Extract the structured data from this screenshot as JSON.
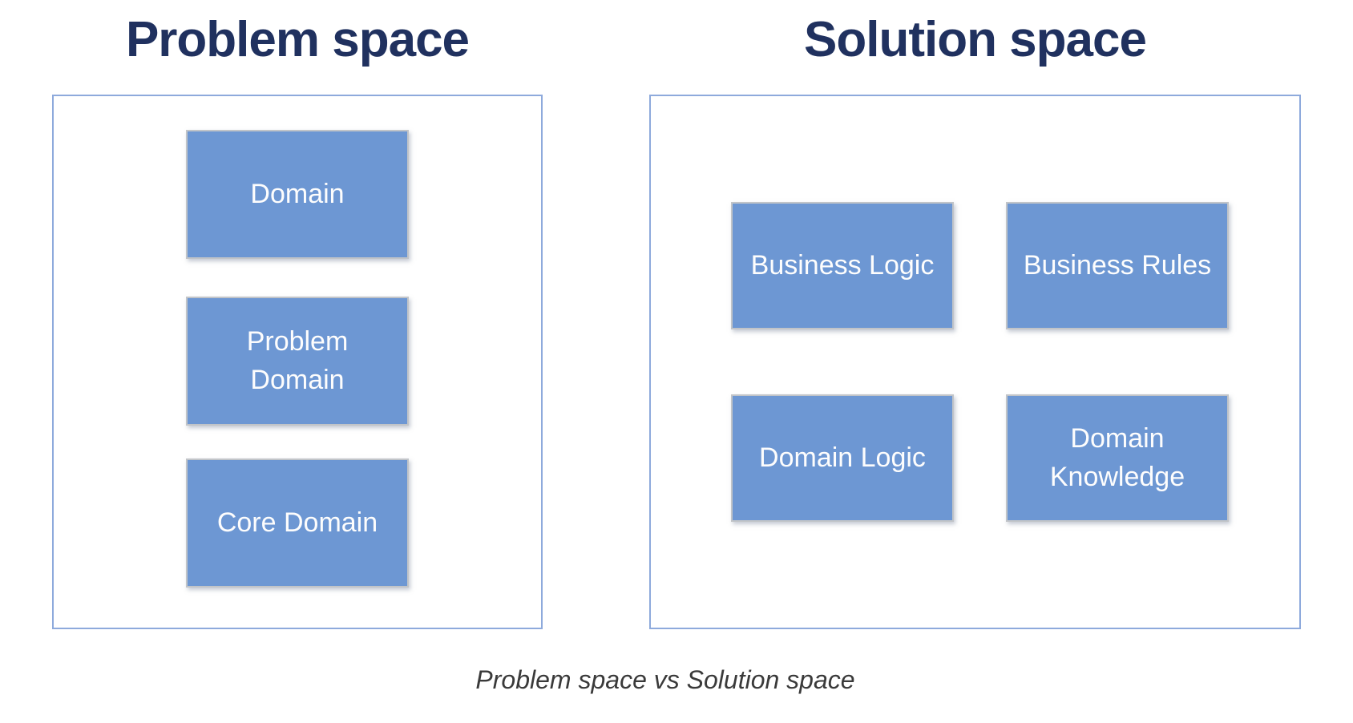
{
  "colors": {
    "box_fill": "#6D97D3",
    "box_text": "#FDFDFD",
    "panel_border": "#8EAADC",
    "title_color": "#20315F",
    "caption_color": "#3A3A3A"
  },
  "problem_space": {
    "title": "Problem space",
    "boxes": [
      {
        "label": "Domain"
      },
      {
        "label": "Problem Domain"
      },
      {
        "label": "Core Domain"
      }
    ]
  },
  "solution_space": {
    "title": "Solution space",
    "boxes": [
      {
        "label": "Business Logic"
      },
      {
        "label": "Business Rules"
      },
      {
        "label": "Domain Logic"
      },
      {
        "label": "Domain Knowledge"
      }
    ]
  },
  "caption": "Problem space vs Solution space"
}
